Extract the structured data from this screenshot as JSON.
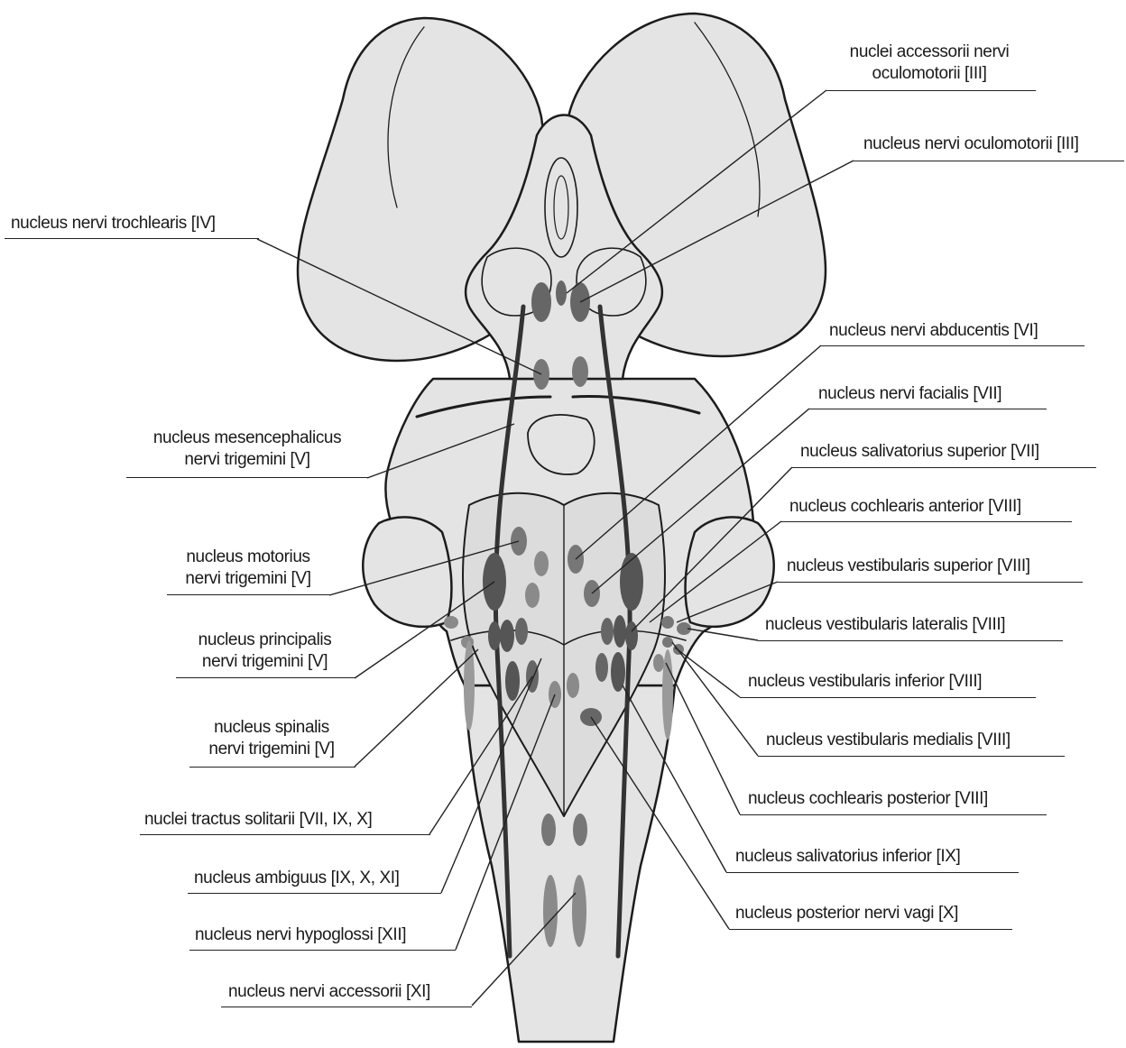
{
  "labels": {
    "trochlearis": "nucleus nervi trochlearis [IV]",
    "mesencephalicus_1": "nucleus mesencephalicus",
    "mesencephalicus_2": "nervi trigemini [V]",
    "motorius_1": "nucleus motorius",
    "motorius_2": "nervi trigemini [V]",
    "principalis_1": "nucleus principalis",
    "principalis_2": "nervi trigemini [V]",
    "spinalis_1": "nucleus spinalis",
    "spinalis_2": "nervi trigemini [V]",
    "tractus_solitarii": "nuclei tractus solitarii [VII, IX, X]",
    "ambiguus": "nucleus ambiguus [IX, X, XI]",
    "hypoglossi": "nucleus nervi hypoglossi [XII]",
    "accessorii": "nucleus nervi accessorii [XI]",
    "accessorii_oculomotorii_1": "nuclei accessorii nervi",
    "accessorii_oculomotorii_2": "oculomotorii [III]",
    "oculomotorii": "nucleus nervi oculomotorii [III]",
    "abducentis": "nucleus nervi abducentis [VI]",
    "facialis": "nucleus nervi facialis [VII]",
    "salivatorius_superior": "nucleus salivatorius superior [VII]",
    "cochlearis_anterior": "nucleus cochlearis anterior [VIII]",
    "vestibularis_superior": "nucleus vestibularis superior [VIII]",
    "vestibularis_lateralis": "nucleus vestibularis lateralis [VIII]",
    "vestibularis_inferior": "nucleus vestibularis inferior [VIII]",
    "vestibularis_medialis": "nucleus vestibularis medialis [VIII]",
    "cochlearis_posterior": "nucleus cochlearis posterior [VIII]",
    "salivatorius_inferior": "nucleus salivatorius inferior [IX]",
    "posterior_vagi": "nucleus posterior nervi vagi [X]"
  },
  "colors": {
    "tissue": "#e4e4e4",
    "outline": "#1c1c1c",
    "nucleus_dark": "#666666",
    "nucleus_light": "#9a9a9a",
    "leader": "#222222"
  }
}
